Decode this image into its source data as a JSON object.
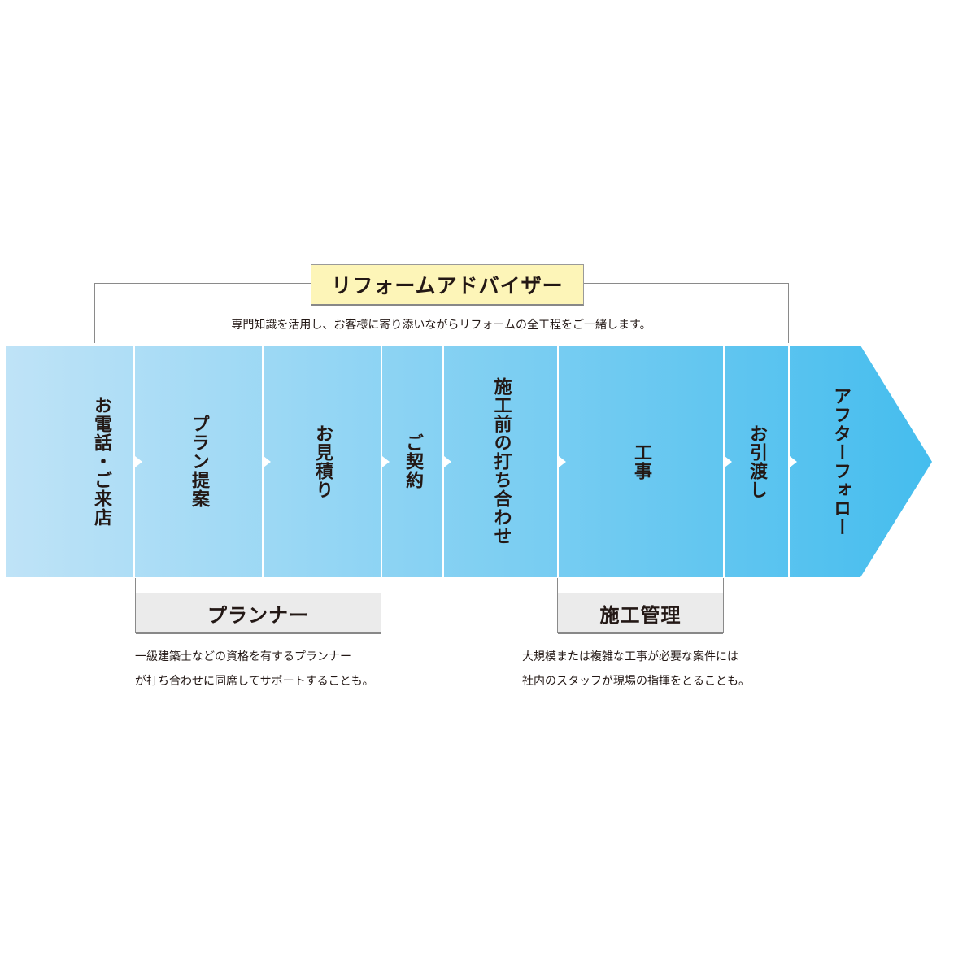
{
  "advisor": {
    "title": "リフォームアドバイザー",
    "description": "専門知識を活用し、お客様に寄り添いながらリフォームの全工程をご一緒します。",
    "color": "#fdf5b8"
  },
  "steps": [
    {
      "label": "お電話・ご来店"
    },
    {
      "label": "プラン提案"
    },
    {
      "label": "お見積り"
    },
    {
      "label": "ご契約"
    },
    {
      "label": "施工前の打ち合わせ"
    },
    {
      "label": "工事"
    },
    {
      "label": "お引渡し"
    },
    {
      "label": "アフターフォロー"
    }
  ],
  "gradient": {
    "start": "#bfe3f7",
    "end": "#45bdee"
  },
  "planner": {
    "title": "プランナー",
    "description": [
      "一級建築士などの資格を有するプランナー",
      "が打ち合わせに同席してサポートすることも。"
    ]
  },
  "construction": {
    "title": "施工管理",
    "description": [
      "大規模または複雑な工事が必要な案件には",
      "社内のスタッフが現場の指揮をとることも。"
    ]
  }
}
